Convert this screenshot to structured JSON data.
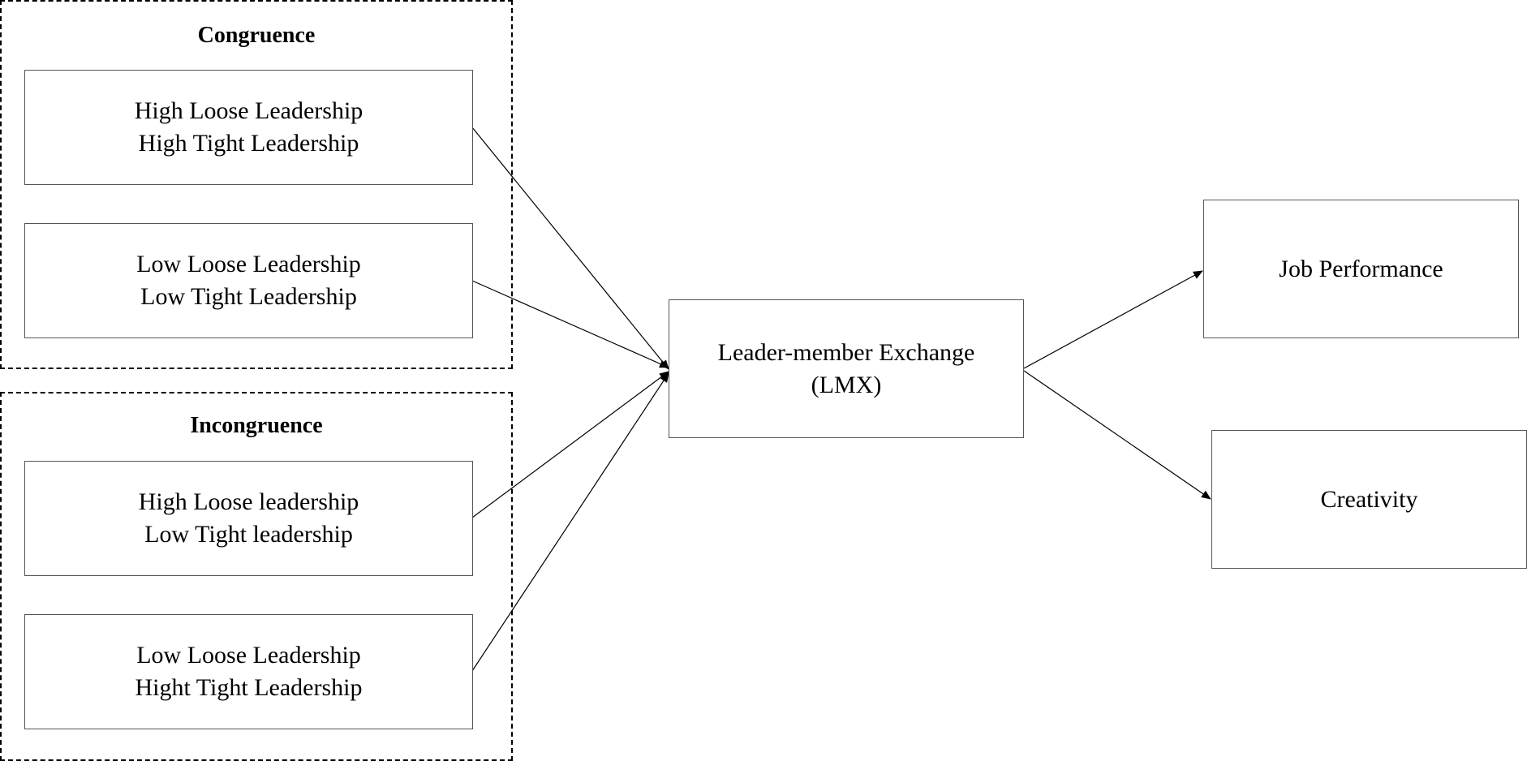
{
  "groups": {
    "congruence": {
      "title": "Congruence",
      "boxes": [
        {
          "line1": "High Loose Leadership",
          "line2": "High Tight Leadership"
        },
        {
          "line1": "Low Loose Leadership",
          "line2": "Low Tight Leadership"
        }
      ]
    },
    "incongruence": {
      "title": "Incongruence",
      "boxes": [
        {
          "line1": "High Loose leadership",
          "line2": "Low Tight leadership"
        },
        {
          "line1": "Low Loose Leadership",
          "line2": "Hight Tight Leadership"
        }
      ]
    }
  },
  "mediator": {
    "line1": "Leader-member Exchange",
    "line2": "(LMX)"
  },
  "outcomes": {
    "job_performance": "Job Performance",
    "creativity": "Creativity"
  }
}
